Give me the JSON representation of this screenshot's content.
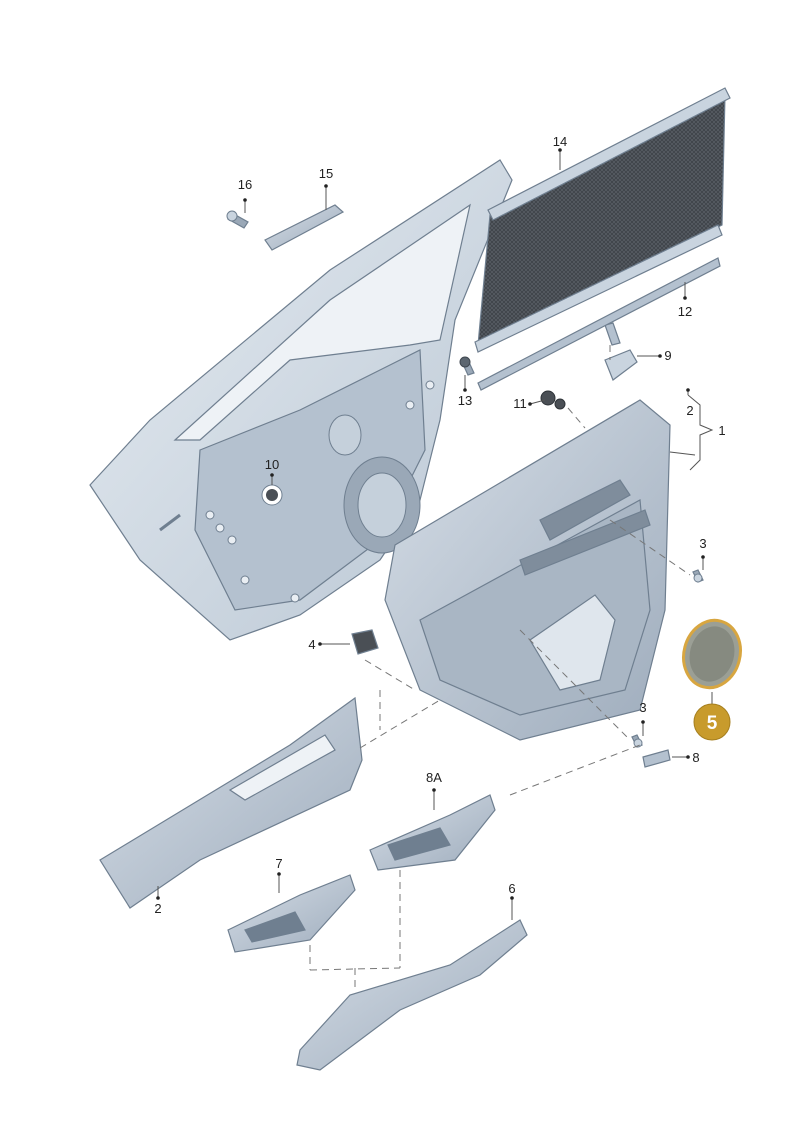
{
  "diagram": {
    "parts": [
      {
        "id": "part-1",
        "label": "1"
      },
      {
        "id": "part-2a",
        "label": "2"
      },
      {
        "id": "part-2b",
        "label": "2"
      },
      {
        "id": "part-3a",
        "label": "3"
      },
      {
        "id": "part-3b",
        "label": "3"
      },
      {
        "id": "part-4",
        "label": "4"
      },
      {
        "id": "part-5",
        "label": "5"
      },
      {
        "id": "part-6",
        "label": "6"
      },
      {
        "id": "part-7",
        "label": "7"
      },
      {
        "id": "part-8",
        "label": "8"
      },
      {
        "id": "part-8a",
        "label": "8A"
      },
      {
        "id": "part-9",
        "label": "9"
      },
      {
        "id": "part-10",
        "label": "10"
      },
      {
        "id": "part-11",
        "label": "11"
      },
      {
        "id": "part-12",
        "label": "12"
      },
      {
        "id": "part-13",
        "label": "13"
      },
      {
        "id": "part-14",
        "label": "14"
      },
      {
        "id": "part-15",
        "label": "15"
      },
      {
        "id": "part-16",
        "label": "16"
      }
    ],
    "highlighted": "part-5",
    "colors": {
      "part_fill": "#c9d4df",
      "part_dark": "#8f9eae",
      "highlight_ring": "#d8a640",
      "highlight_badge": "#c89b2c",
      "grille": "#4a4f55"
    }
  }
}
